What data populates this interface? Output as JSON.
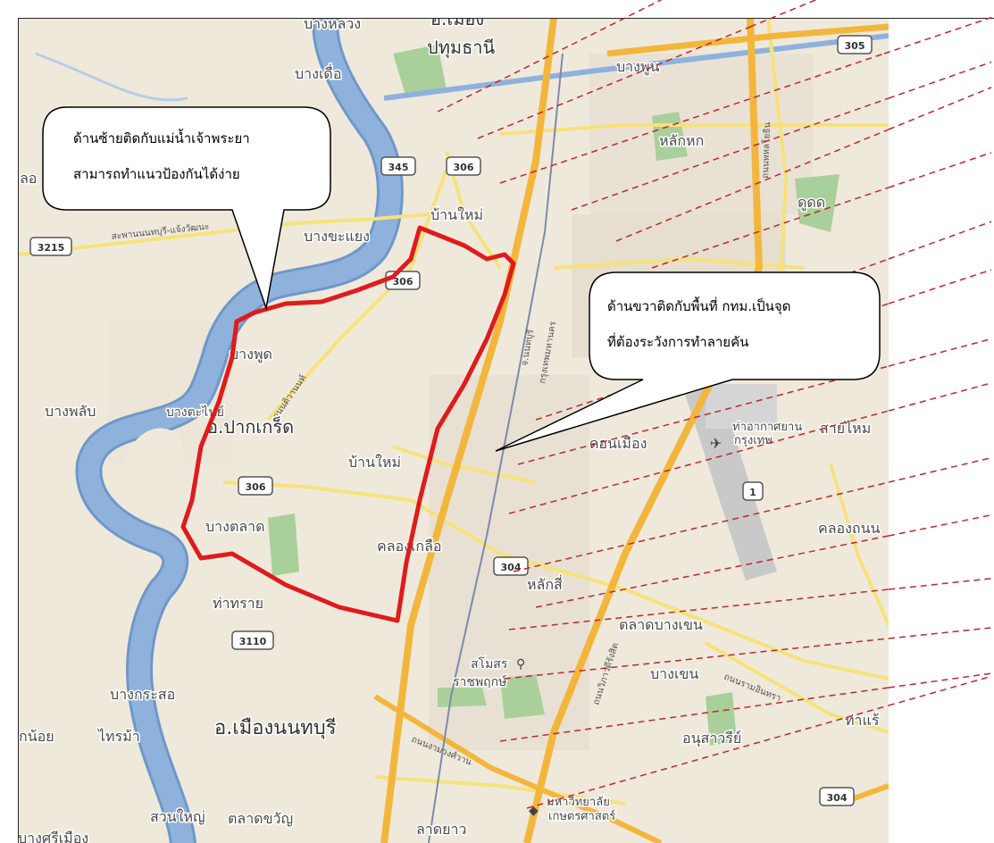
{
  "places": [
    {
      "id": "bang-luang",
      "label": "บางหลวง"
    },
    {
      "id": "amphoe-mueang-pathum",
      "label": "อ.เมือง"
    },
    {
      "id": "pathum-thani",
      "label": "ปทุมธานี"
    },
    {
      "id": "bang-phun",
      "label": "บางพูน"
    },
    {
      "id": "bang-duea",
      "label": "บางเดื่อ"
    },
    {
      "id": "lak-hok",
      "label": "หลักหก"
    },
    {
      "id": "don-mueang-district",
      "label": "ดูดด"
    },
    {
      "id": "ban-mai-n",
      "label": "บ้านใหม่"
    },
    {
      "id": "bang-khayaeng",
      "label": "บางขะแยง"
    },
    {
      "id": "bang-phut",
      "label": "บางพูด"
    },
    {
      "id": "bang-phlap",
      "label": "บางพลับ"
    },
    {
      "id": "bang-tanai",
      "label": "บางตะไนย์"
    },
    {
      "id": "amphoe-pak-kret",
      "label": "อ.ปากเกร็ด"
    },
    {
      "id": "ban-mai-c",
      "label": "บ้านใหม่"
    },
    {
      "id": "bang-talat",
      "label": "บางตลาด"
    },
    {
      "id": "khlong-kluea",
      "label": "คลองเกลือ"
    },
    {
      "id": "don-mueang",
      "label": "ดอนเมือง"
    },
    {
      "id": "airport",
      "label": "ท่าอากาศยาน"
    },
    {
      "id": "airport2",
      "label": "กรุงเทพ"
    },
    {
      "id": "sai-mai",
      "label": "สายไหม"
    },
    {
      "id": "khlong-thanon",
      "label": "คลองถนน"
    },
    {
      "id": "lak-si",
      "label": "หลักสี่"
    },
    {
      "id": "talat-bang-khen",
      "label": "ตลาดบางเขน"
    },
    {
      "id": "tha-sai",
      "label": "ท่าทราย"
    },
    {
      "id": "bang-khen",
      "label": "บางเขน"
    },
    {
      "id": "samo-sorn",
      "label": "สโมสร"
    },
    {
      "id": "ratchaphruek",
      "label": "ราชพฤกษ์"
    },
    {
      "id": "bang-kraso",
      "label": "บางกระสอ"
    },
    {
      "id": "sai-ma",
      "label": "ไทรม้า"
    },
    {
      "id": "kan-noi",
      "label": "กน้อย"
    },
    {
      "id": "amphoe-mueang-nonthaburi",
      "label": "อ.เมืองนนทบุรี"
    },
    {
      "id": "anusawari",
      "label": "อนุสาวรีย์"
    },
    {
      "id": "tha-raeng",
      "label": "ท่าแร้"
    },
    {
      "id": "kasetsart",
      "label": "มหาวิทยาลัย"
    },
    {
      "id": "kasetsart2",
      "label": "เกษตรศาสตร์"
    },
    {
      "id": "suan-yai",
      "label": "สวนใหญ่"
    },
    {
      "id": "talat-khwan",
      "label": "ตลาดขวัญ"
    },
    {
      "id": "lat-yao",
      "label": "ลาดยาว"
    },
    {
      "id": "bang-si-mueang",
      "label": "บางศรีเมือง"
    },
    {
      "id": "khlo",
      "label": "ลอ"
    }
  ],
  "roads": [
    {
      "id": "r1",
      "label": "สะพานนนทบุรี-แจ้งวัฒนะ"
    },
    {
      "id": "r2",
      "label": "ถนนติวานนท์"
    },
    {
      "id": "r3",
      "label": "ถนนงามวงศ์วาน"
    },
    {
      "id": "r4",
      "label": "ถนนรามอินทรา"
    },
    {
      "id": "r5",
      "label": "ถนนวิภาวดีรังสิต"
    },
    {
      "id": "r6",
      "label": "จ.นนทบุรี"
    },
    {
      "id": "r7",
      "label": "กรุงเทพมหานคร"
    },
    {
      "id": "r8",
      "label": "ถนนพหลโยธิน"
    }
  ],
  "shields": [
    {
      "id": "s305",
      "label": "305"
    },
    {
      "id": "s345",
      "label": "345"
    },
    {
      "id": "s306a",
      "label": "306"
    },
    {
      "id": "s3215",
      "label": "3215"
    },
    {
      "id": "s306b",
      "label": "306"
    },
    {
      "id": "s306c",
      "label": "306"
    },
    {
      "id": "s1",
      "label": "1"
    },
    {
      "id": "s304a",
      "label": "304"
    },
    {
      "id": "s3110",
      "label": "3110"
    },
    {
      "id": "s304b",
      "label": "304"
    }
  ],
  "callouts": {
    "left": {
      "line1": "ด้านซ้ายติดกับแม่น้ำเจ้าพระยา",
      "line2": "สามารถทำแนวป้องกันได้ง่าย"
    },
    "right": {
      "line1": "ด้านขวาติดกับพื้นที่ กทม.เป็นจุด",
      "line2": "ที่ต้องระวังการทำลายคัน"
    }
  },
  "colors": {
    "map_bg": "#efe9dc",
    "river": "#8fb2dc",
    "river_edge": "#6f97c8",
    "highway": "#f3b63c",
    "road": "#f6e27a",
    "boundary": "#e01b1b",
    "hatch": "#c2262b",
    "park": "#a9cf9a"
  }
}
